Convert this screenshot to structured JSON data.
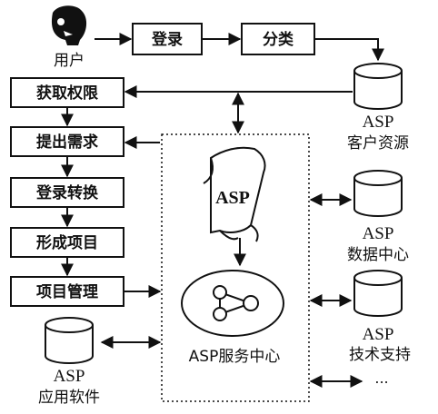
{
  "user": {
    "label": "用户",
    "icon": "user-head-icon"
  },
  "top_flow": {
    "login": "登录",
    "classify": "分类"
  },
  "left_flow": {
    "steps": [
      "获取权限",
      "提出需求",
      "登录转换",
      "形成项目",
      "项目管理"
    ]
  },
  "center": {
    "scroll_label": "ASP",
    "service_center": "ASP服务中心",
    "icons": [
      "scroll-icon",
      "network-icon"
    ]
  },
  "resources": {
    "customer": {
      "line1": "ASP",
      "line2": "客户资源"
    },
    "data": {
      "line1": "ASP",
      "line2": "数据中心"
    },
    "tech": {
      "line1": "ASP",
      "line2": "技术支持"
    },
    "app": {
      "line1": "ASP",
      "line2": "应用软件"
    },
    "more": "..."
  }
}
